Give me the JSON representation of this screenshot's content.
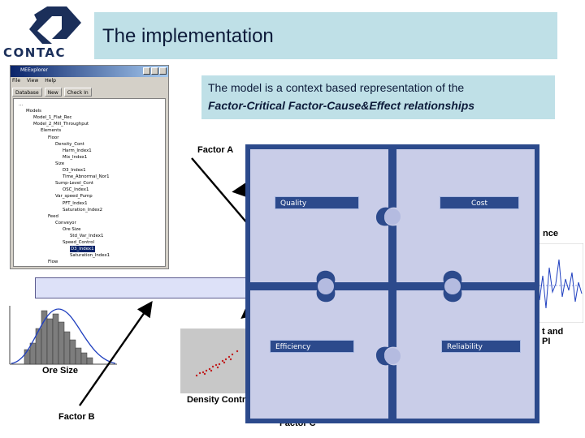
{
  "logo": {
    "text": "CONTAC",
    "icon": "contac-diamond-logo",
    "color": "#1b2f5a"
  },
  "title": "The implementation",
  "colors": {
    "title_bg": "#bfe0e7",
    "bar_bg": "#dde1f8",
    "puzzle_light": "#c9cde8",
    "puzzle_dark": "#2c4a8c",
    "arrow": "#000000"
  },
  "explorer": {
    "window_title": "MEExplorer",
    "menu": [
      "File",
      "View",
      "Help"
    ],
    "toolbar": [
      "Database",
      "New",
      "Check In"
    ],
    "tree": [
      "...",
      "Models",
      "Model_1_Flat_Rec",
      "Model_2_Mill_Throughput",
      "Elements",
      "Floor",
      "Density_Cont",
      "Harm_Index1",
      "Mix_Index1",
      "Size",
      "D3_Index1",
      "Time_Abnormal_Nor1",
      "Sump-Level_Cont",
      "OSC_Index1",
      "Var_speed_Pump",
      "PFT_Index1",
      "Saturation_Index2",
      "Feed",
      "Conveyor",
      "Ore Size",
      "Std_Var_Index1",
      "Speed_Control",
      "D3_Index1",
      "Saturation_Index1",
      "Flow"
    ]
  },
  "model_text": {
    "line1": "The model is a context based representation of the",
    "line2": "Factor-Critical Factor-Cause&Effect relationships"
  },
  "labels": {
    "factor_a": "Factor A",
    "factor_b": "Factor B",
    "factor_c": "Factor C",
    "ore_size": "Ore Size",
    "density_control": "Density Control",
    "right_top": "nce",
    "right_mid1": "t and",
    "right_mid2": "PI"
  },
  "puzzle": {
    "pieces": [
      "Quality",
      "Cost",
      "Efficiency",
      "Reliability"
    ]
  }
}
